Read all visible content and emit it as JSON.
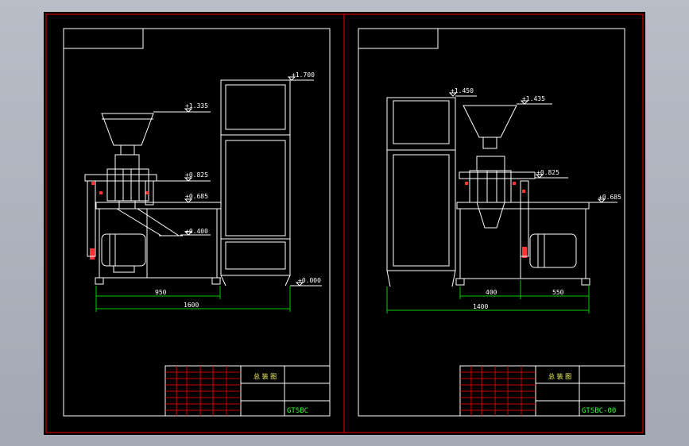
{
  "drawing": {
    "left_view": {
      "elevations": [
        "+1.700",
        "+1.335",
        "+0.825",
        "+0.685",
        "+0.400",
        "+0.000"
      ],
      "dimensions": [
        "950",
        "1600"
      ],
      "title_block": {
        "title": "总 装 图",
        "code": "GTSBC"
      }
    },
    "right_view": {
      "elevations": [
        "+1.450",
        "+1.435",
        "+0.825",
        "+0.685"
      ],
      "dimensions": [
        "400",
        "550",
        "1400"
      ],
      "title_block": {
        "title": "总 装 图",
        "code": "GTSBC-00"
      }
    }
  },
  "colors": {
    "background": "#000000",
    "border": "#cc0000",
    "geometry": "#ffffff",
    "dimension": "#00cc00",
    "bolts": "#ff3333",
    "title_text": "#ffff66",
    "code_text": "#33ff33"
  }
}
